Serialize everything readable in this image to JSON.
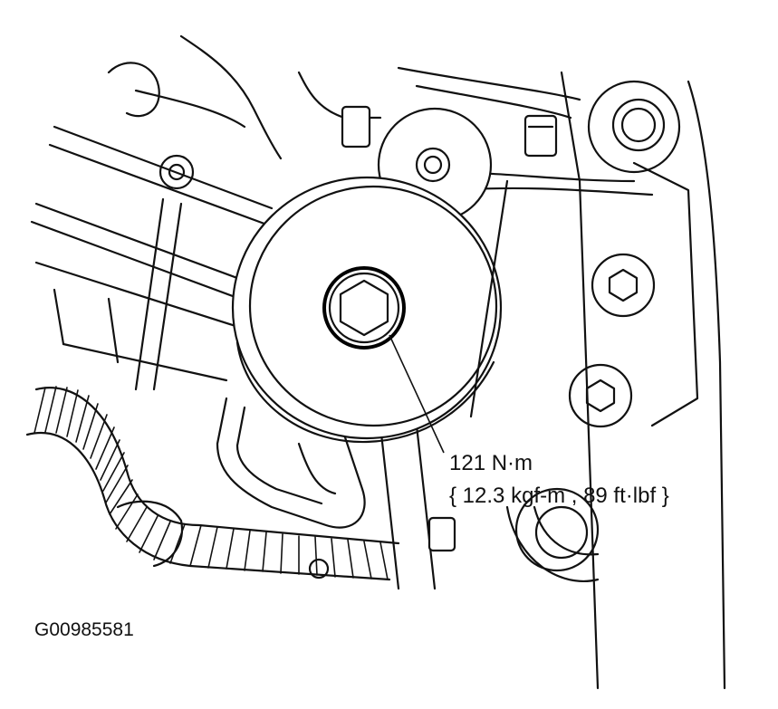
{
  "figure": {
    "annotation": {
      "torque_si": "121 N·m",
      "torque_alt": "{ 12.3 kgf-m , 89 ft·lbf }"
    },
    "figure_code": "G00985581",
    "colors": {
      "ink": "#111111",
      "background": "#ffffff"
    },
    "icons": [
      "hex-bolt-icon",
      "hex-socket-icon"
    ]
  }
}
